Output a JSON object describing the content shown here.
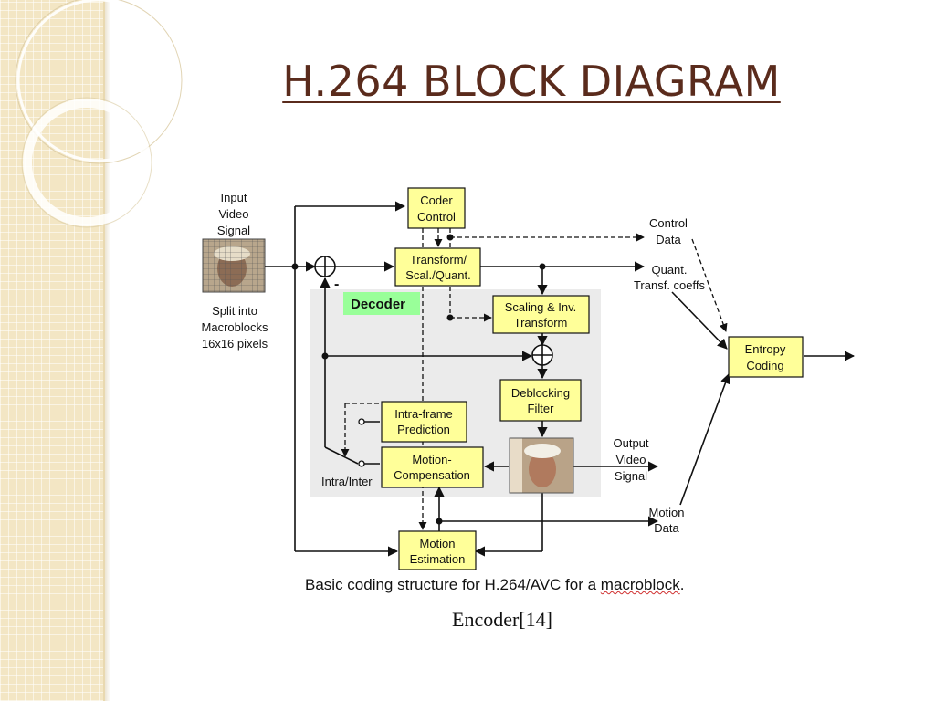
{
  "title": "H.264 BLOCK DIAGRAM",
  "diagram": {
    "input_label": [
      "Input",
      "Video",
      "Signal"
    ],
    "split_label": [
      "Split into",
      "Macroblocks",
      "16x16 pixels"
    ],
    "decoder_label": "Decoder",
    "minus_sign": "-",
    "blocks": {
      "coder_control": [
        "Coder",
        "Control"
      ],
      "transform": [
        "Transform/",
        "Scal./Quant."
      ],
      "scaling_inv": [
        "Scaling & Inv.",
        "Transform"
      ],
      "deblocking": [
        "Deblocking",
        "Filter"
      ],
      "intra_prediction": [
        "Intra-frame",
        "Prediction"
      ],
      "motion_compensation": [
        "Motion-",
        "Compensation"
      ],
      "motion_estimation": [
        "Motion",
        "Estimation"
      ],
      "entropy_coding": [
        "Entropy",
        "Coding"
      ]
    },
    "labels": {
      "control_data": [
        "Control",
        "Data"
      ],
      "quant_coeffs": [
        "Quant.",
        "Transf. coeffs"
      ],
      "output_video": [
        "Output",
        "Video",
        "Signal"
      ],
      "motion_data": [
        "Motion",
        "Data"
      ],
      "intra_inter": "Intra/Inter"
    },
    "colors": {
      "block_fill": "#ffff99",
      "decoder_fill": "#ebebeb",
      "decoder_label_fill": "#99ff99",
      "title_color": "#5a2b1c"
    }
  },
  "caption": {
    "prefix": "Basic coding structure for H.264/AVC for a ",
    "underlined": "macroblock",
    "suffix": "."
  },
  "subcaption": "Encoder[14]"
}
